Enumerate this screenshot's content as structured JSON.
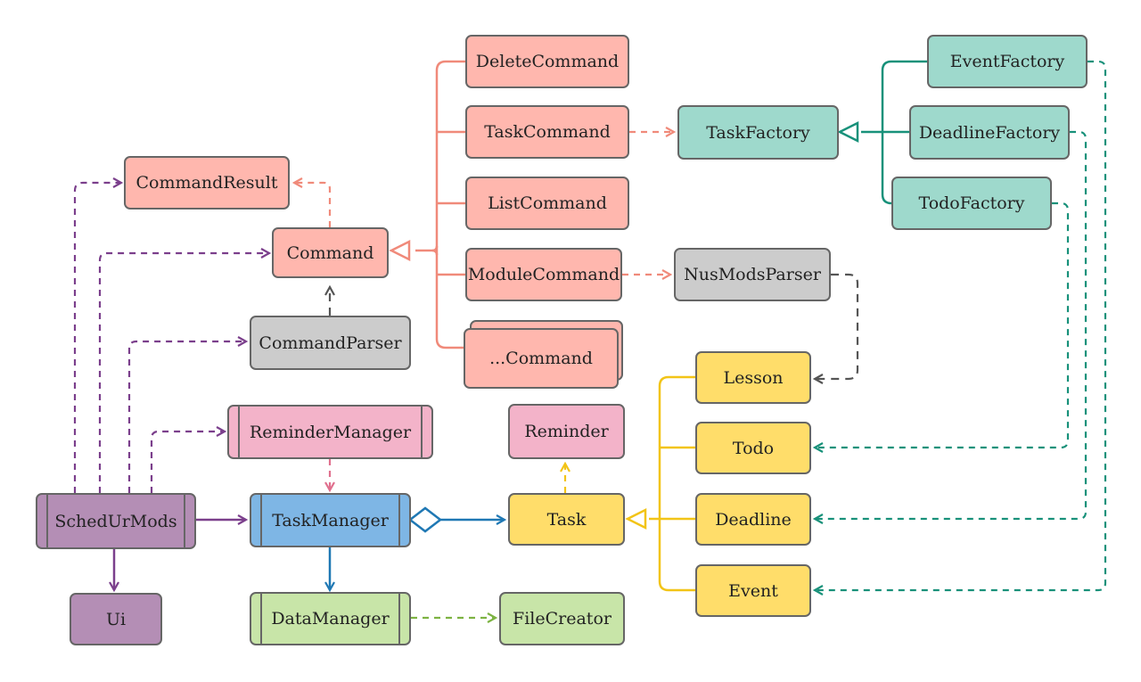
{
  "colors": {
    "command": "#FFB7AE",
    "factory": "#9ED9CC",
    "parser": "#CCCCCC",
    "task": "#FFDD6A",
    "reminder": "#F3B3C9",
    "main": "#B48EB5",
    "manager": "#7EB6E5",
    "data": "#C8E5A8",
    "line_command": "#F08A7A",
    "line_factory": "#18917A",
    "line_main": "#7B3F8C",
    "line_task": "#F2C417",
    "line_manager": "#1F78B4",
    "line_data": "#7DB342",
    "line_reminder": "#E0708E",
    "line_parser": "#555555",
    "border": "#666666"
  },
  "nodes": {
    "delete_command": "DeleteCommand",
    "task_command": "TaskCommand",
    "list_command": "ListCommand",
    "module_command": "ModuleCommand",
    "etc_command": "...Command",
    "command_result": "CommandResult",
    "command": "Command",
    "command_parser": "CommandParser",
    "task_factory": "TaskFactory",
    "event_factory": "EventFactory",
    "deadline_factory": "DeadlineFactory",
    "todo_factory": "TodoFactory",
    "nus_mods_parser": "NusModsParser",
    "lesson": "Lesson",
    "todo": "Todo",
    "deadline": "Deadline",
    "event": "Event",
    "task": "Task",
    "reminder": "Reminder",
    "reminder_manager": "ReminderManager",
    "sched_ur_mods": "SchedUrMods",
    "task_manager": "TaskManager",
    "ui": "Ui",
    "data_manager": "DataManager",
    "file_creator": "FileCreator"
  }
}
